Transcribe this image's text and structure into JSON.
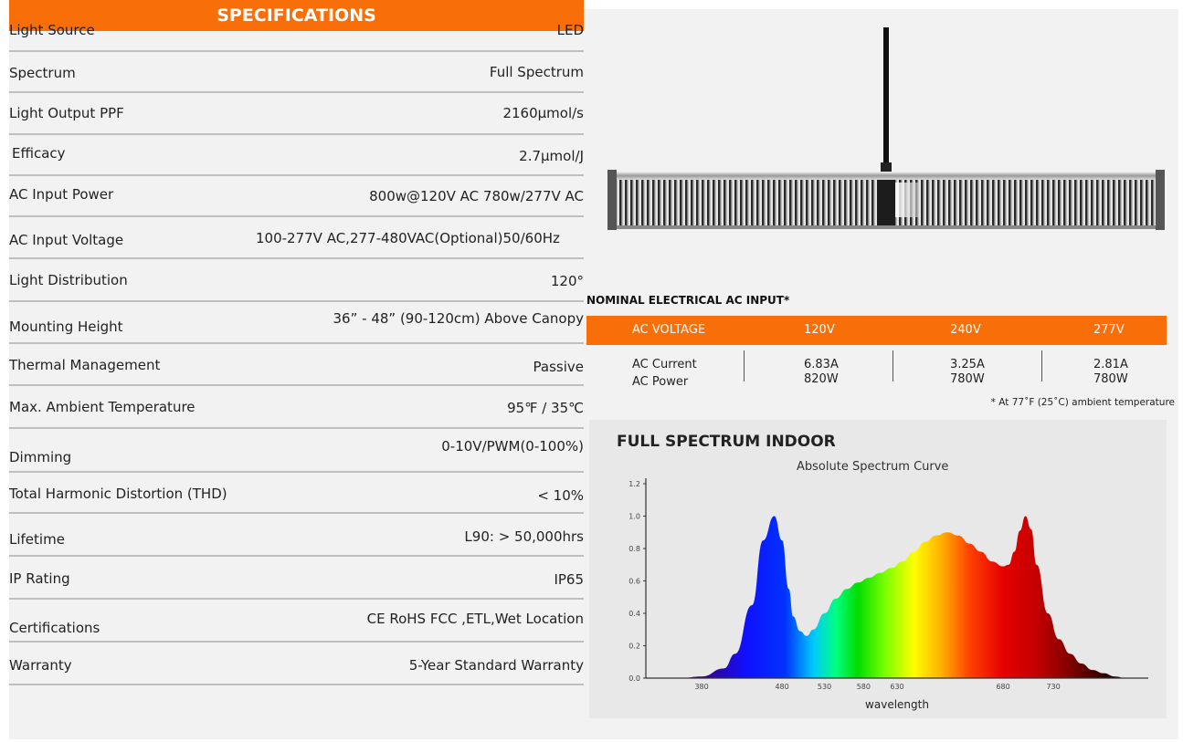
{
  "specifications": {
    "title": "SPECIFICATIONS",
    "rows": [
      {
        "label": "Light Source",
        "value": "LED"
      },
      {
        "label": "Spectrum",
        "value": "Full Spectrum"
      },
      {
        "label": "Light Output PPF",
        "value": "2160μmol/s"
      },
      {
        "label": "Efficacy",
        "value": "2.7μmol/J"
      },
      {
        "label": "AC Input Power",
        "value": "800w@120V AC  780w/277V AC"
      },
      {
        "label": "AC Input Voltage",
        "value": "100-277V AC,277-480VAC(Optional)50/60Hz"
      },
      {
        "label": "Light Distribution",
        "value": "120°"
      },
      {
        "label": "Mounting Height",
        "value": "36”  - 48”  (90-120cm) Above Canopy"
      },
      {
        "label": "Thermal Management",
        "value": "Passive"
      },
      {
        "label": "Max. Ambient Temperature",
        "value": "95℉ / 35℃"
      },
      {
        "label": "Dimming",
        "value": "0-10V/PWM(0-100%)"
      },
      {
        "label": "Total Harmonic Distortion (THD)",
        "value": "< 10%"
      },
      {
        "label": "Lifetime",
        "value": "L90: > 50,000hrs"
      },
      {
        "label": "IP Rating",
        "value": "IP65"
      },
      {
        "label": "Certifications",
        "value": "CE RoHS FCC ,ETL,Wet Location"
      },
      {
        "label": "Warranty",
        "value": "5-Year Standard Warranty"
      }
    ]
  },
  "electrical": {
    "title": "NOMINAL ELECTRICAL AC INPUT*",
    "header": {
      "label": "AC VOLTAGE",
      "v120": "120V",
      "v240": "240V",
      "v277": "277V"
    },
    "current_label": "AC Current",
    "power_label": "AC Power",
    "c120": "6.83A",
    "p120": "820W",
    "c240": "3.25A",
    "p240": "780W",
    "c277": "2.81A",
    "p277": "780W",
    "note": "* At 77˚F (25˚C) ambient temperature"
  },
  "spectrum": {
    "title": "FULL SPECTRUM INDOOR",
    "chart_data": {
      "type": "area",
      "title": "Absolute Spectrum Curve",
      "xlabel": "wavelength",
      "ylabel": "",
      "x_ticks": [
        "380",
        "480",
        "530",
        "580",
        "630",
        "680",
        "730"
      ],
      "y_ticks": [
        "0.0",
        "0.2",
        "0.4",
        "0.6",
        "0.8",
        "1.0",
        "1.2"
      ],
      "xlim": [
        330,
        780
      ],
      "ylim": [
        0,
        1.2
      ],
      "grid": false,
      "x": [
        345,
        360,
        380,
        400,
        410,
        425,
        435,
        445,
        452,
        458,
        462,
        468,
        474,
        480,
        490,
        500,
        510,
        520,
        530,
        540,
        550,
        560,
        570,
        580,
        590,
        600,
        610,
        620,
        630,
        640,
        650,
        655,
        660,
        665,
        670,
        675,
        680,
        690,
        700,
        710,
        720,
        730,
        740,
        750,
        760
      ],
      "values": [
        0.0,
        0.0,
        0.01,
        0.06,
        0.15,
        0.45,
        0.85,
        1.0,
        0.85,
        0.55,
        0.38,
        0.29,
        0.26,
        0.3,
        0.4,
        0.49,
        0.55,
        0.59,
        0.62,
        0.65,
        0.68,
        0.72,
        0.78,
        0.84,
        0.88,
        0.9,
        0.88,
        0.83,
        0.78,
        0.72,
        0.69,
        0.7,
        0.78,
        0.91,
        1.0,
        0.92,
        0.7,
        0.4,
        0.24,
        0.15,
        0.09,
        0.05,
        0.03,
        0.01,
        0.0
      ]
    }
  }
}
